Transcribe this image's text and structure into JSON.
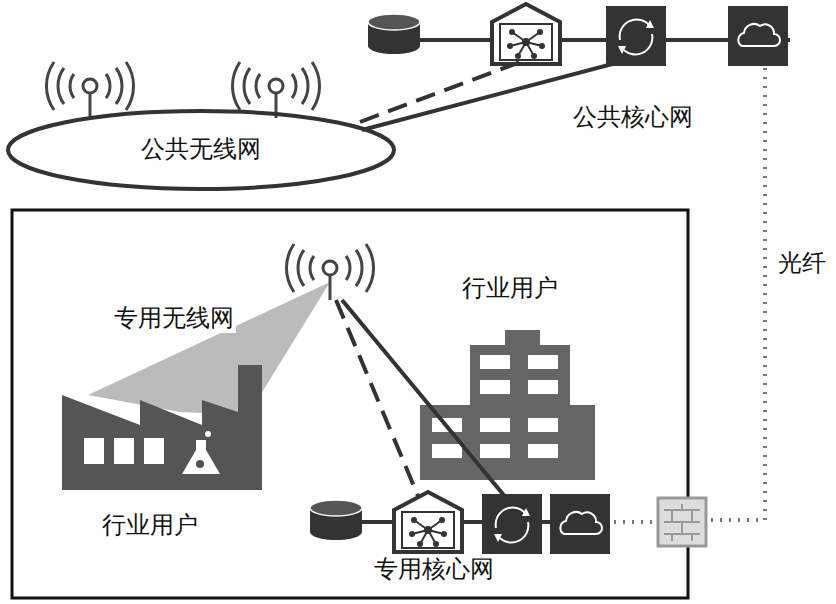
{
  "diagram": {
    "nodes": [
      {
        "text": [
          "公共无线网"
        ]
      }
    ],
    "labels": [
      "公共核心网",
      "光纤",
      "专用无线网",
      "行业用户",
      "行业用户",
      "专用核心网"
    ]
  }
}
